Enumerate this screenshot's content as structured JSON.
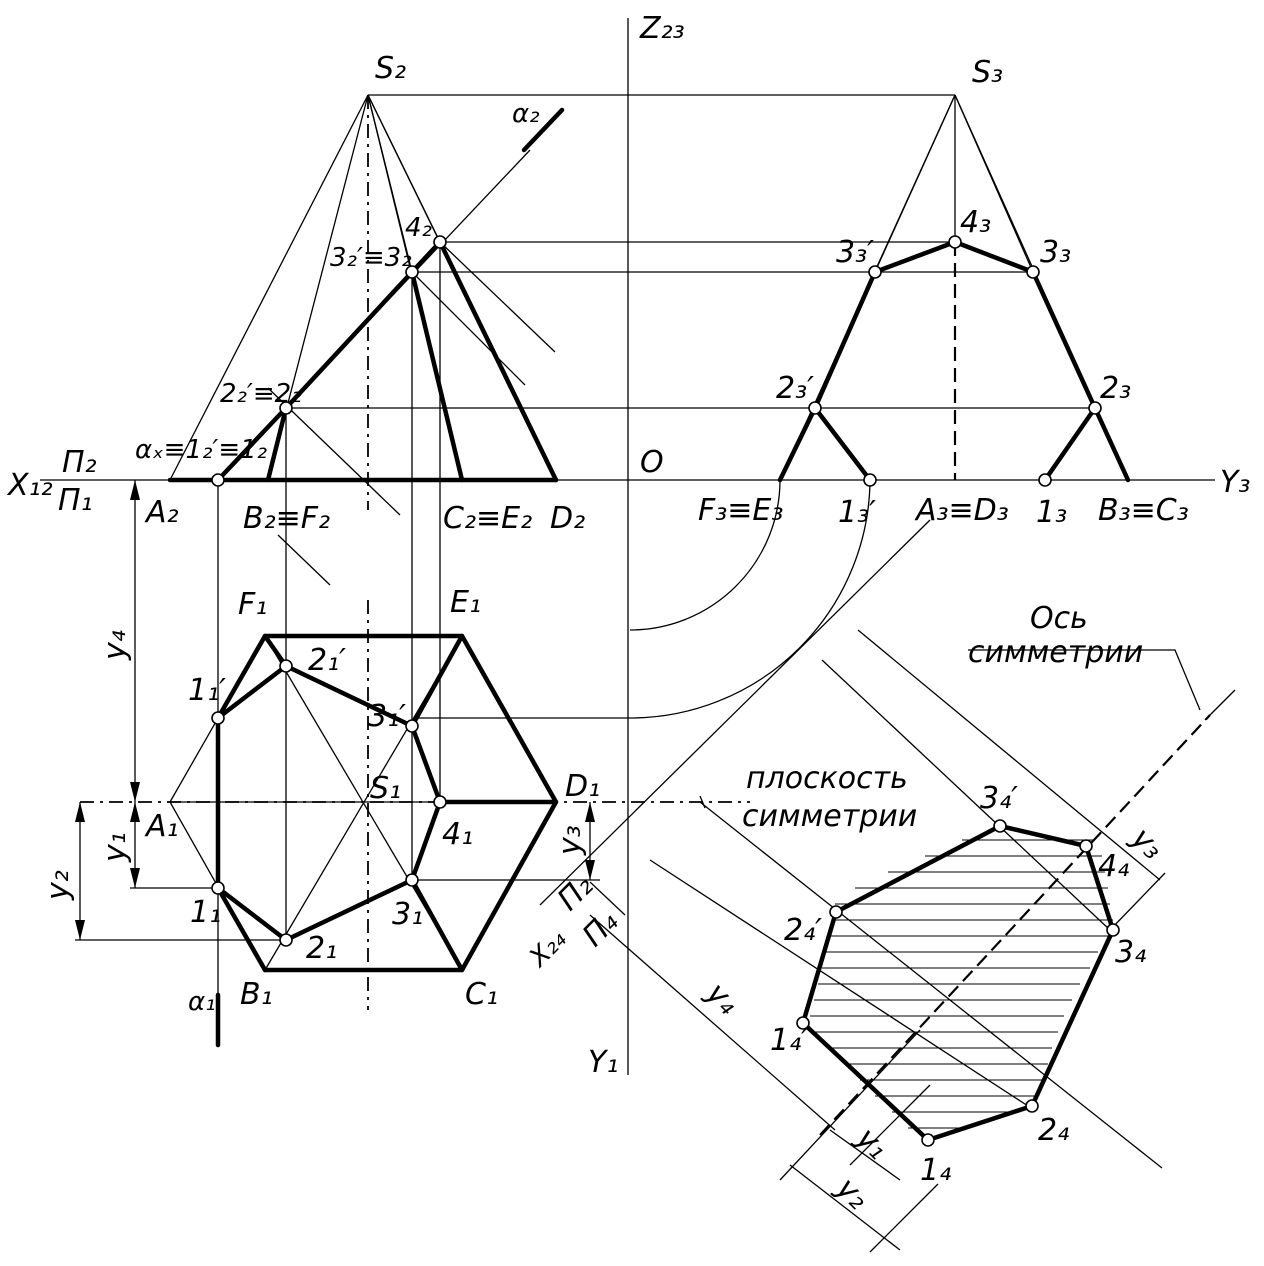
{
  "labels": {
    "z23": "Z₂₃",
    "s2": "S₂",
    "s3": "S₃",
    "alpha2": "α₂",
    "alpha1": "α₁",
    "p4_2": "4₂",
    "p3_2": "3₂′≡3₂",
    "p2_2": "2₂′≡2₂",
    "alphax": "αₓ≡1₂′≡1₂",
    "p2": "П₂",
    "p1": "П₁",
    "x12": "X₁₂",
    "a2": "A₂",
    "b2f2": "B₂≡F₂",
    "c2e2": "C₂≡E₂",
    "d2": "D₂",
    "o": "O",
    "f3e3": "F₃≡E₃",
    "p1_3": "1₃′",
    "a3d3": "A₃≡D₃",
    "p1_3b": "1₃",
    "b3c3": "B₃≡C₃",
    "y3": "Y₃",
    "p4_3": "4₃",
    "p3_3p": "3₃′",
    "p3_3": "3₃",
    "p2_3p": "2₃′",
    "p2_3": "2₃",
    "f1": "F₁",
    "e1": "E₁",
    "p1_1p": "1₁′",
    "p2_1p": "2₁′",
    "p3_1p": "3₁′",
    "s1": "S₁",
    "d1": "D₁",
    "a1": "A₁",
    "p4_1": "4₁",
    "p1_1": "1₁",
    "p2_1": "2₁",
    "p3_1": "3₁",
    "b1": "B₁",
    "c1": "C₁",
    "y1axis": "Y₁",
    "y4": "y₄",
    "y1": "y₁",
    "y2": "y₂",
    "y3dim": "y₃",
    "axis_sym_1": "Ось",
    "axis_sym_2": "симметрии",
    "plane_sym_1": "плоскость",
    "plane_sym_2": "симметрии",
    "p2b": "П₂",
    "p4": "П₄",
    "x24": "X₂₄",
    "p3_4p": "3₄′",
    "p4_4": "4₄",
    "p2_4p": "2₄′",
    "p3_4": "3₄",
    "p1_4p": "1₄′",
    "p2_4": "2₄",
    "p1_4": "1₄",
    "y4b": "y₄",
    "y1b": "y₁",
    "y2b": "y₂",
    "y3b": "y₃"
  }
}
